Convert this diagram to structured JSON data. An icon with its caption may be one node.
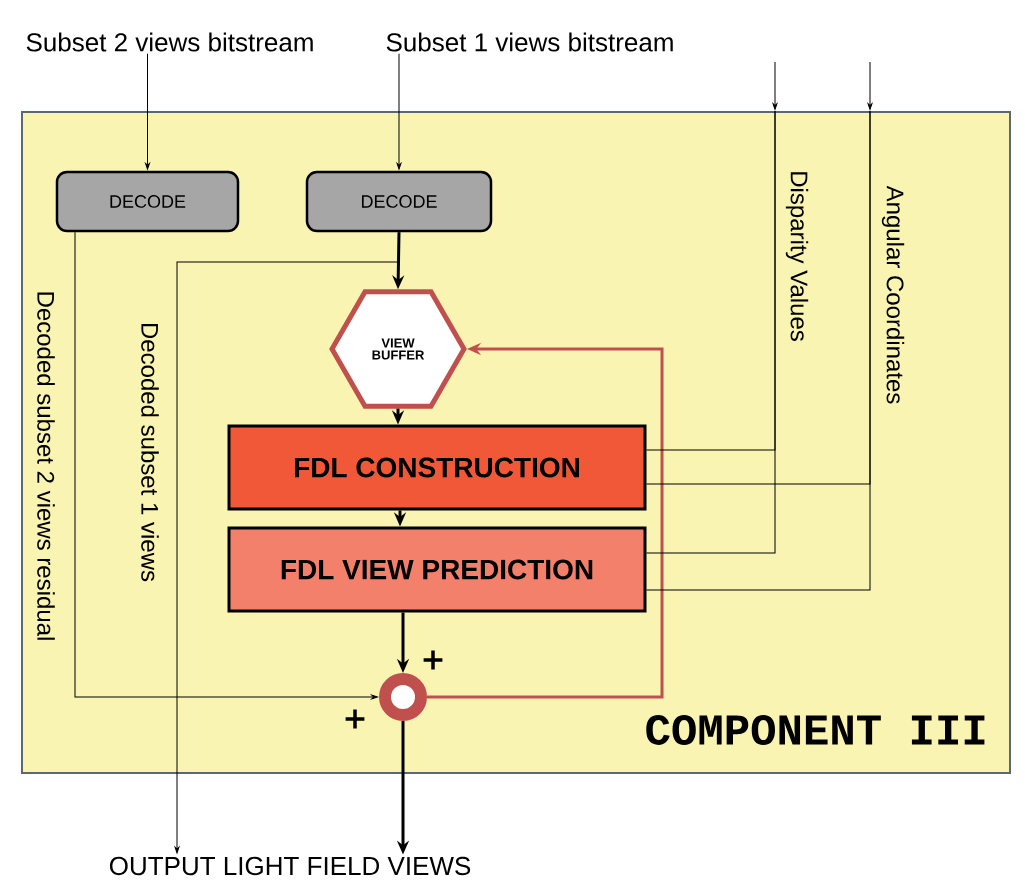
{
  "diagram": {
    "nodes": [
      {
        "text": [
          "COMPONENT III"
        ]
      },
      {
        "text": [
          "Subset 2 views bitstream"
        ]
      },
      {
        "text": [
          "Subset 1 views bitstream"
        ]
      },
      {
        "text": [
          "DECODE"
        ],
        "in": 0
      },
      {
        "text": [
          "DECODE"
        ],
        "in": 0
      },
      {
        "text": [
          "VIEW BUFFER"
        ],
        "in": 0
      },
      {
        "text": [
          "FDL CONSTRUCTION"
        ],
        "in": 0
      },
      {
        "text": [
          "FDL VIEW PREDICTION"
        ],
        "in": 0
      },
      {
        "text": [],
        "shape": "circle",
        "in": 0
      },
      {
        "text": [
          "OUTPUT LIGHT FIELD VIEWS"
        ]
      }
    ],
    "edges": [
      {
        "from": 1,
        "to": 3,
        "arrow": "to"
      },
      {
        "from": 2,
        "to": 4,
        "arrow": "to"
      },
      {
        "from": 4,
        "to": 5,
        "arrow": "to",
        "style": "thick"
      },
      {
        "from": 5,
        "to": 6,
        "arrow": "to",
        "style": "thick"
      },
      {
        "from": 6,
        "to": 7,
        "arrow": "to",
        "style": "thick"
      },
      {
        "from": 7,
        "to": 8,
        "arrow": "to",
        "style": "thick"
      },
      {
        "from": 8,
        "to": 5,
        "arrow": "to",
        "style": "thick",
        "color": "#c0504d"
      },
      {
        "from": 3,
        "to": 8,
        "arrow": "to",
        "label": "Decoded subset 2 views residual"
      },
      {
        "from": 4,
        "to": 9,
        "arrow": "to",
        "label": "Decoded subset 1 views"
      },
      {
        "from": 8,
        "to": 9,
        "arrow": "to",
        "style": "thick"
      },
      {
        "from": null,
        "to": 0,
        "arrow": "to"
      },
      {
        "from": null,
        "to": 0,
        "arrow": "to"
      },
      {
        "from": 0,
        "to": 6,
        "arrow": "none"
      },
      {
        "from": 0,
        "to": 7,
        "arrow": "none"
      },
      {
        "from": 0,
        "to": 6,
        "arrow": "none"
      },
      {
        "from": 0,
        "to": 7,
        "arrow": "none"
      }
    ],
    "labels": [
      "Disparity Values",
      "Angular Coordinates",
      "+",
      "+"
    ]
  }
}
